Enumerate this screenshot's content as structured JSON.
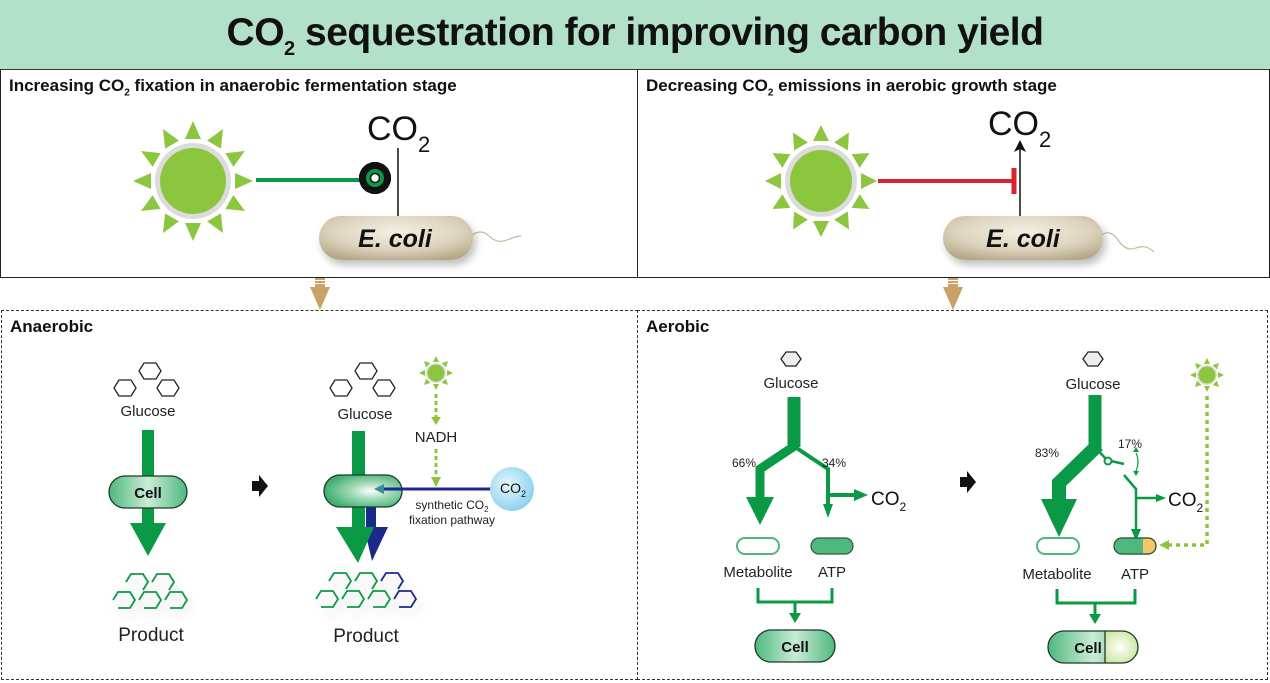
{
  "title": {
    "main": "sequestration for improving carbon yield",
    "prefix": "CO",
    "prefix_sub": "2"
  },
  "top_left": {
    "heading_pre": "Increasing CO",
    "heading_sub": "2",
    "heading_post": " fixation in anaerobic fermentation stage",
    "co2": "CO",
    "co2_sub": "2",
    "cell": "E. coli"
  },
  "top_right": {
    "heading_pre": "Decreasing CO",
    "heading_sub": "2",
    "heading_post": " emissions in aerobic growth stage",
    "co2": "CO",
    "co2_sub": "2",
    "cell": "E. coli"
  },
  "anaerobic": {
    "label": "Anaerobic",
    "before": {
      "substrate": "Glucose",
      "cell": "Cell",
      "product": "Product"
    },
    "after": {
      "substrate": "Glucose",
      "cofactor": "NADH",
      "co2": "CO",
      "co2_sub": "2",
      "pathway_line1_pre": "synthetic CO",
      "pathway_line1_sub": "2",
      "pathway_line2": "fixation pathway",
      "product": "Product"
    }
  },
  "aerobic": {
    "label": "Aerobic",
    "before": {
      "substrate": "Glucose",
      "split_left": "66%",
      "split_right": "34%",
      "co2": "CO",
      "co2_sub": "2",
      "metabolite": "Metabolite",
      "atp": "ATP",
      "cell": "Cell"
    },
    "after": {
      "substrate": "Glucose",
      "split_left": "83%",
      "split_right": "17%",
      "co2": "CO",
      "co2_sub": "2",
      "metabolite": "Metabolite",
      "atp": "ATP",
      "cell": "Cell"
    }
  },
  "colors": {
    "banner": "#b3e0c8",
    "green_flux": "#0a9a45",
    "sun": "#8cc63f",
    "inhibit": "#e0202c",
    "synthetic": "#1b2a8a",
    "arrow_tan": "#c8a266",
    "ecoli": "#ddd3bd",
    "atp_yellow": "#f5c76a"
  }
}
